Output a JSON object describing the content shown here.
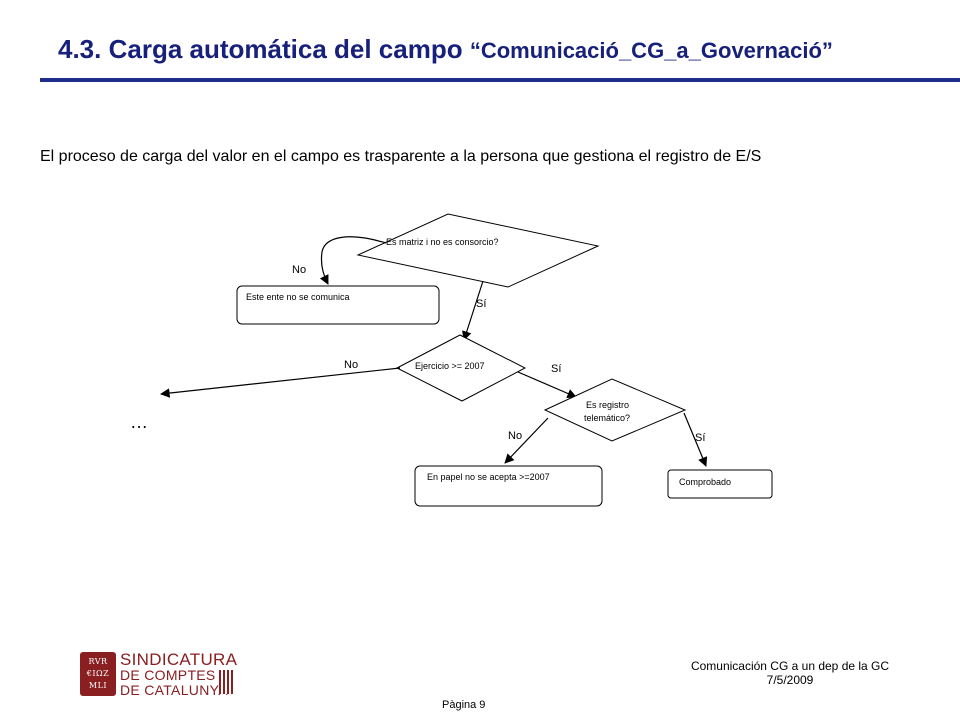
{
  "header": {
    "title_main": "4.3. Carga automática del campo ",
    "title_quoted": "“Comunicació_CG_a_Governació”"
  },
  "intro": "El proceso de carga del valor en el campo es trasparente a la persona que gestiona el registro de E/S",
  "flowchart": {
    "d1": "Es matriz i no es consorcio?",
    "d2": "Ejercicio >= 2007",
    "d3_line1": "Es registro",
    "d3_line2": "telemático?",
    "box_no_comunica": "Este ente no se comunica",
    "box_papel": "En papel no se acepta >=2007",
    "box_comprobado": "Comprobado",
    "label_no_1": "No",
    "label_si_1": "Sí",
    "label_no_2": "No",
    "label_si_2": "Sí",
    "label_no_3": "No",
    "label_si_3": "Sí",
    "ellipsis": "…"
  },
  "footer": {
    "doc_title": "Comunicación CG a un dep de la GC",
    "date": "7/5/2009",
    "page": "Pàgina 9",
    "logo_line1": "SINDICATURA",
    "logo_line2": "DE COMPTES",
    "logo_line3": "DE CATALUNYA"
  }
}
